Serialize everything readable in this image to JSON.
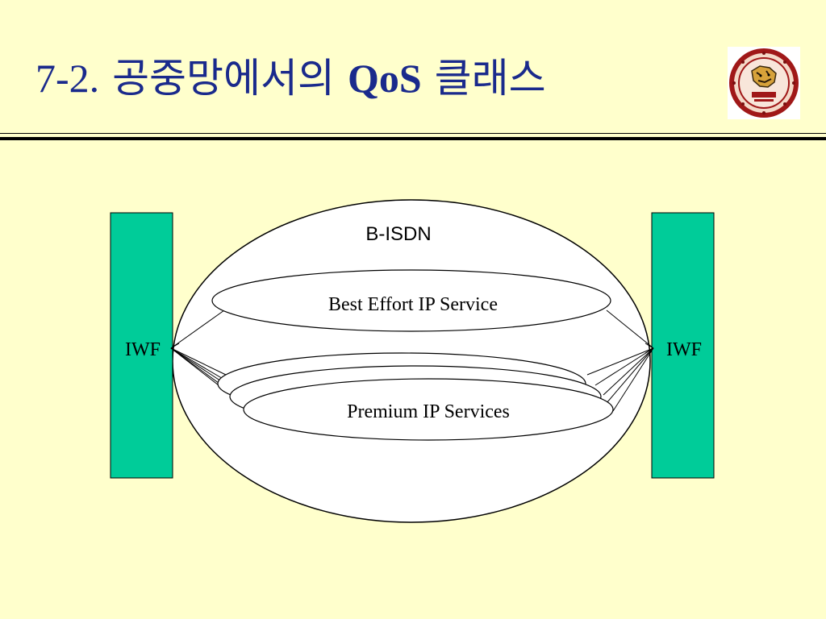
{
  "slide": {
    "title_number": "7-2.",
    "title_korean": "공중망에서의",
    "title_qos": "QoS",
    "title_suffix": "클래스"
  },
  "diagram": {
    "network_label": "B-ISDN",
    "best_effort_label": "Best Effort IP Service",
    "premium_label": "Premium IP Services",
    "iwf_left_label": "IWF",
    "iwf_right_label": "IWF",
    "colors": {
      "iwf_fill": "#00cc99",
      "background": "#ffffcc",
      "title": "#1a2a8c"
    }
  },
  "logo": {
    "icon": "tiger-seal-icon"
  }
}
